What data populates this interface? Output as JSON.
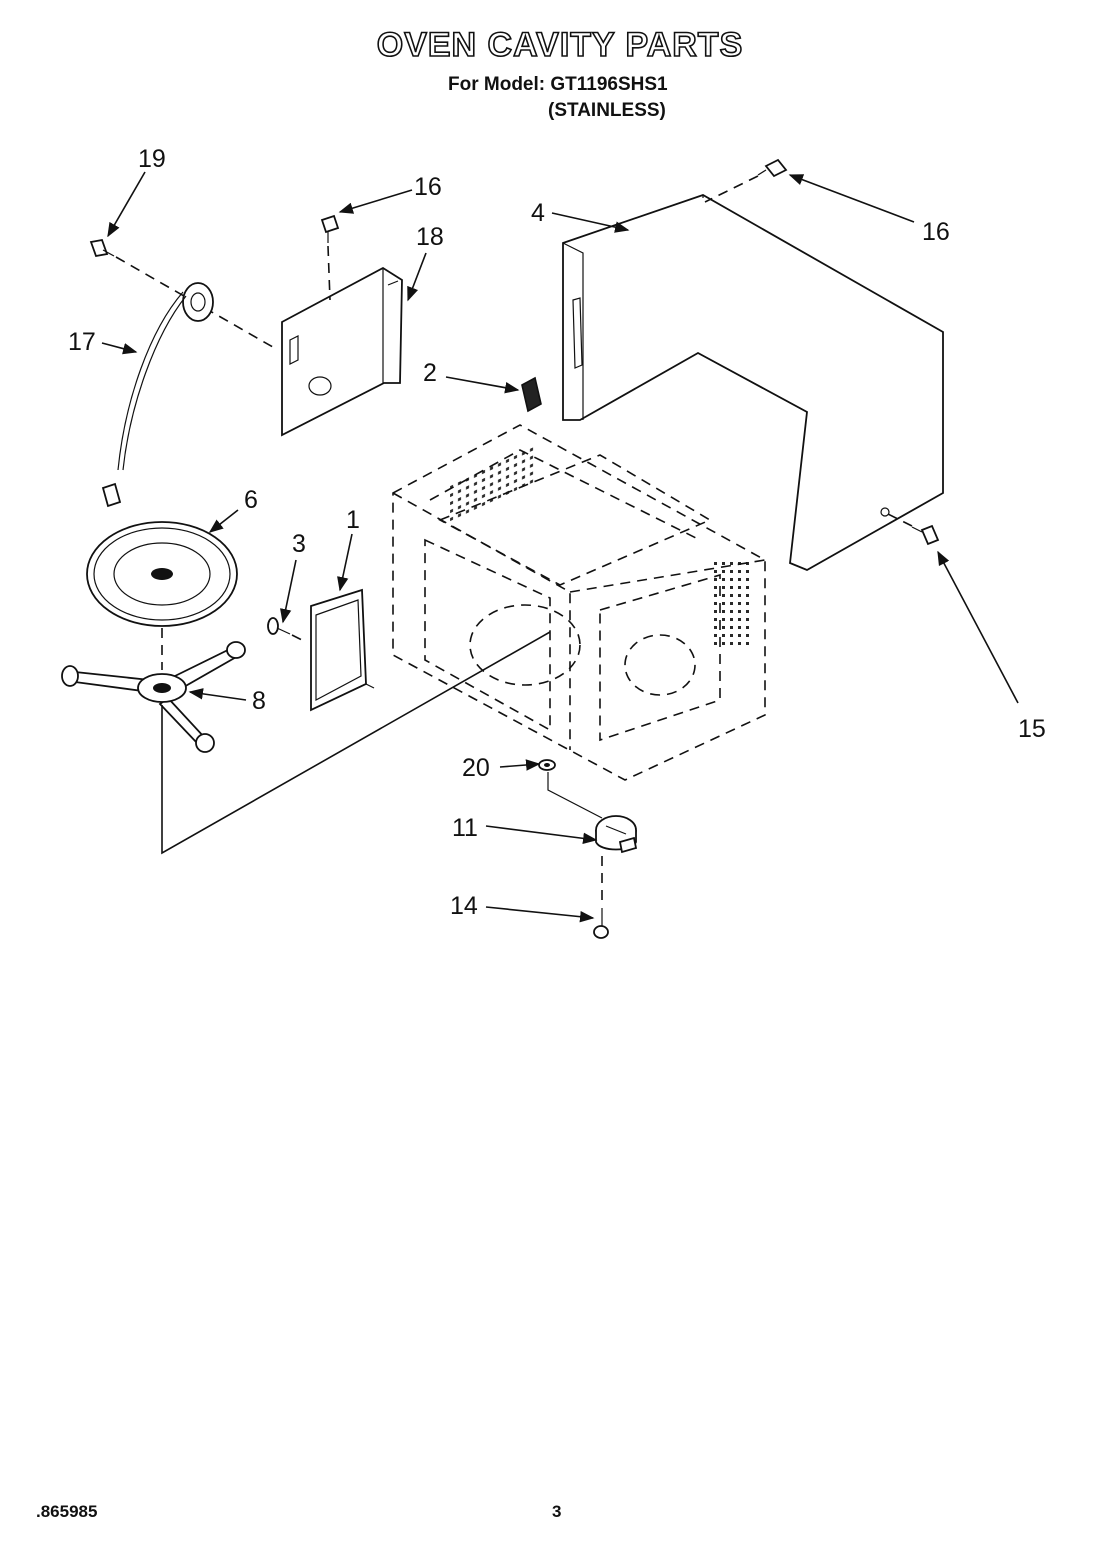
{
  "header": {
    "title": "OVEN CAVITY PARTS",
    "model_line": "For Model: GT1196SHS1",
    "finish": "(STAINLESS)"
  },
  "callouts": {
    "c19": "19",
    "c16a": "16",
    "c18": "18",
    "c4": "4",
    "c16b": "16",
    "c17": "17",
    "c2": "2",
    "c6": "6",
    "c1": "1",
    "c3": "3",
    "c8": "8",
    "c15": "15",
    "c20": "20",
    "c11": "11",
    "c14": "14"
  },
  "footer": {
    "code": ".865985",
    "page": "3"
  }
}
